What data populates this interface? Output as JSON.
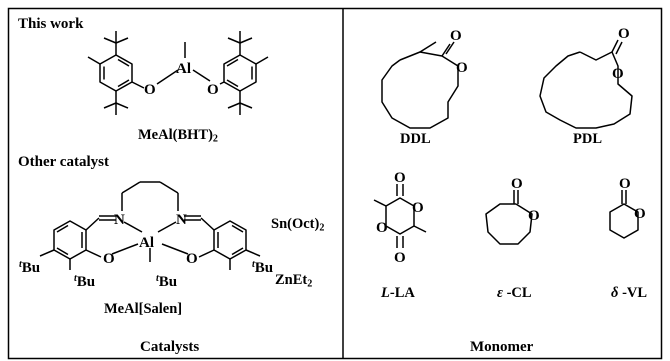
{
  "left_panel": {
    "section_this_work": "This work",
    "section_other": "Other catalyst",
    "bht_name": "MeAl(BHT)",
    "bht_sub": "2",
    "salen_name": "MeAl[Salen]",
    "sn_name": "Sn(Oct)",
    "sn_sub": "2",
    "zn_name": "ZnEt",
    "zn_sub": "2",
    "footer": "Catalysts"
  },
  "right_panel": {
    "footer": "Monomer",
    "ddl": "DDL",
    "pdl": "PDL",
    "la_prefix": "L",
    "la_suffix": "-LA",
    "cl_prefix": "ε",
    "cl_suffix": " -CL",
    "vl_prefix": "δ",
    "vl_suffix": " -VL"
  },
  "atoms": {
    "O": "O",
    "Al": "Al",
    "N": "N",
    "tBu_sup": "t",
    "tBu": "Bu"
  }
}
